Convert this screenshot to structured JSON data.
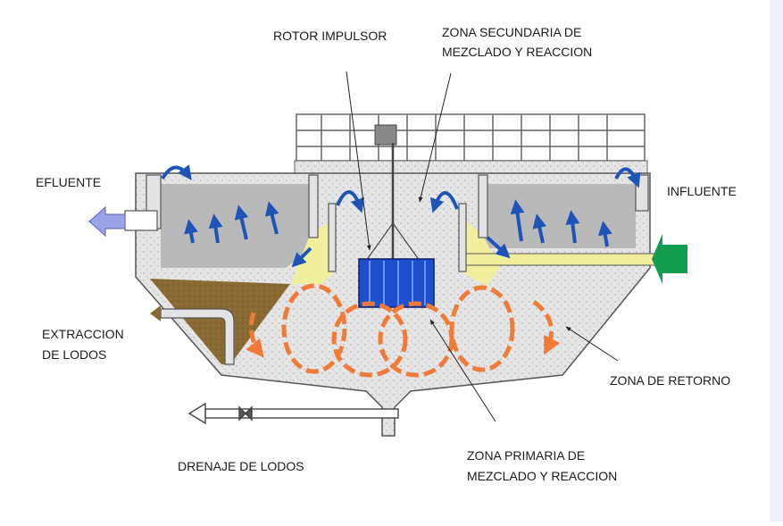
{
  "diagram": {
    "labels": {
      "rotor": "ROTOR IMPULSOR",
      "secondary_zone": [
        "ZONA SECUNDARIA DE",
        "MEZCLADO Y REACCION"
      ],
      "effluent": "EFLUENTE",
      "influent": "INFLUENTE",
      "sludge_extraction": [
        "EXTRACCION",
        "DE LODOS"
      ],
      "return_zone": "ZONA DE RETORNO",
      "sludge_drain": "DRENAJE DE LODOS",
      "primary_zone": [
        "ZONA PRIMARIA DE",
        "MEZCLADO Y REACCION"
      ]
    },
    "colors": {
      "clarified_water": "#b9b9b9",
      "concrete": "#e3e3e3",
      "sludge": "#8a6a33",
      "chemical_feed": "#f1ef9c",
      "impeller": "#1f4fcf",
      "flow_arrow_blue": "#1d54b8",
      "flow_arrow_orange": "#f07a36",
      "effluent_arrow": "#9aa3e6",
      "influent_pipe": "#129c4f",
      "side_panel": "#eef1fb"
    }
  }
}
